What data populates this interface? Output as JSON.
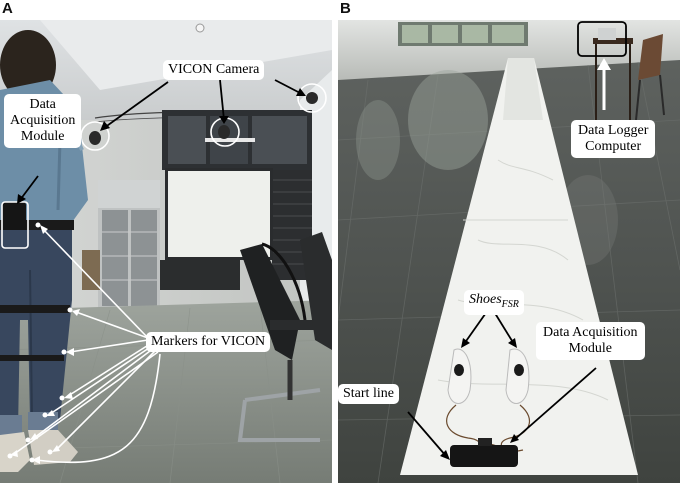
{
  "panels": {
    "a": {
      "letter": "A",
      "labels": {
        "camera": "VICON Camera",
        "module_line1": "Data",
        "module_line2": "Acquisition",
        "module_line3": "Module",
        "markers": "Markers for VICON"
      }
    },
    "b": {
      "letter": "B",
      "labels": {
        "logger_line1": "Data Logger",
        "logger_line2": "Computer",
        "shoes_main": "Shoes",
        "shoes_sub": "FSR",
        "module_line1": "Data Acquisition",
        "module_line2": "Module",
        "start": "Start line"
      }
    }
  }
}
